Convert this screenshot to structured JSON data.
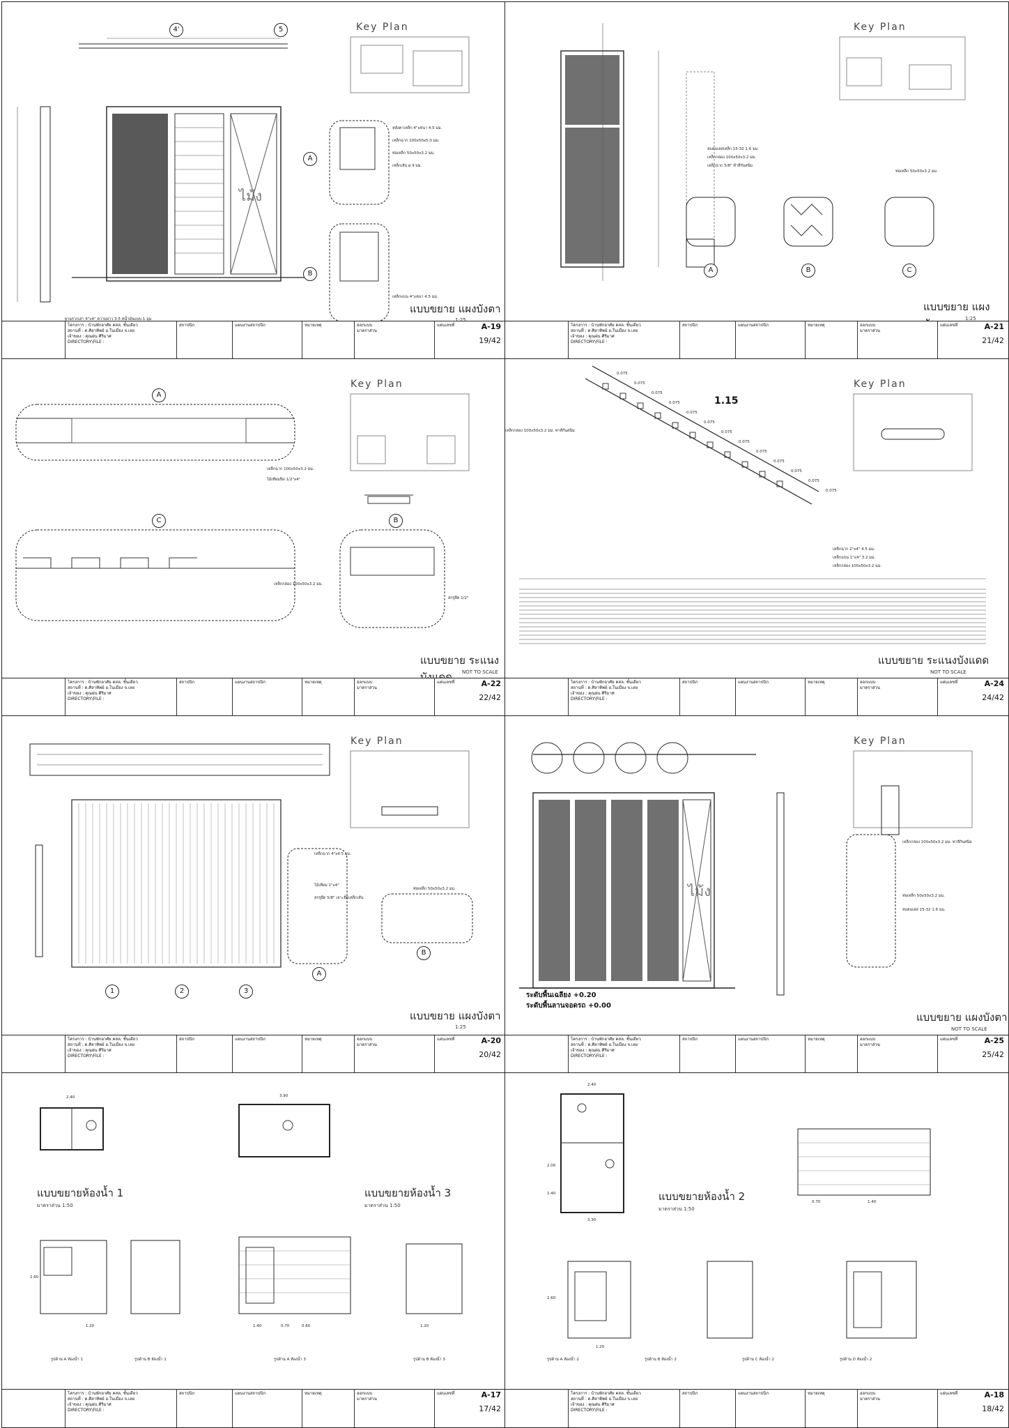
{
  "sheets": [
    {
      "id": "A-19",
      "page": "19/42",
      "title": "แบบขยาย แผงบังตา",
      "scale": "1:25",
      "key_plan": "Key Plan",
      "grid_labels": [
        "4'",
        "5"
      ],
      "details": [
        "A",
        "B"
      ],
      "window_mark": "ไม้ง",
      "callouts": [
        "หลังคาเหล็ก 4\"xหนา 4.5 มม.",
        "เหล็กฉาก 100x50x5.0 มม.",
        "ท่อเหล็ก 50x50x3.2 มม.",
        "เหล็กเส้น ø 9 มม.",
        "เหล็กแบน 4\"xหนา 4.5 มม."
      ],
      "foot_note": "ฐานรากเสา 4\"x4\" ความยาว 3-5 ทน้ำมันแบบ 1 มุม"
    },
    {
      "id": "A-21",
      "page": "21/42",
      "title": "แบบขยาย แผงบังตา",
      "scale": "1:25",
      "key_plan": "Key Plan",
      "details": [
        "A",
        "B",
        "C"
      ],
      "callouts": [
        "สแตนเลสเหล็ก 15-32 1.6 มม.",
        "เหล็กกล่อง 100x50x3.2 มม.",
        "เหล็กฉาก 5/8\" ทำสีกันสนิม",
        "ท่อเหล็ก 50x50x3.2 มม."
      ]
    },
    {
      "id": "A-22",
      "page": "22/42",
      "title": "แบบขยาย ระแนงบังแดด",
      "scale": "NOT TO SCALE",
      "key_plan": "Key Plan",
      "details": [
        "A",
        "C",
        "B"
      ],
      "callouts": [
        "เหล็กฉาก 100x50x3.2 มม.",
        "ไม้เทียมปิด 1/2\"x4\"",
        "เหล็กกล่อง 100x50x3.2 มม.",
        "สกรูยึด 1/2\""
      ]
    },
    {
      "id": "A-24",
      "page": "24/42",
      "title": "แบบขยาย ระแนงบังแดด",
      "scale": "NOT TO SCALE",
      "key_plan": "Key Plan",
      "span_label": "1.15",
      "spacing": [
        "0.075",
        "0.075",
        "0.075",
        "0.075",
        "0.075",
        "0.075",
        "0.075",
        "0.075",
        "0.075",
        "0.075",
        "0.075",
        "0.075",
        "0.075"
      ],
      "callouts": [
        "เหล็กกล่อง 100x50x3.2 มม. ทาสีกันสนิม",
        "เหล็กฉาก 2\"x4\" 4.5 มม.",
        "เหล็กแบน 1\"x4\" 3.2 มม.",
        "เหล็กกล่อง 100x50x3.2 มม."
      ]
    },
    {
      "id": "A-20",
      "page": "20/42",
      "title": "แบบขยาย แผงบังตา",
      "scale": "1:25",
      "key_plan": "Key Plan",
      "details": [
        "A",
        "B"
      ],
      "bays": [
        "1",
        "2",
        "3"
      ],
      "callouts": [
        "เหล็กฉาก 4\"x4.5 มม.",
        "ไม้เทียม 1\"x4\"",
        "สกรูยึด 5/8\" เจาะยึดเหล็กเส้น",
        "ท่อเหล็ก 50x50x3.2 มม."
      ]
    },
    {
      "id": "A-25",
      "page": "25/42",
      "title": "แบบขยาย แผงบังตา",
      "scale": "NOT TO SCALE",
      "key_plan": "Key Plan",
      "window_mark": "ไม้ง",
      "levels": [
        "ระดับพื้นเฉลียง +0.20",
        "ระดับพื้นลานจอดรถ +0.00"
      ],
      "callouts": [
        "เหล็กกล่อง 100x50x3.2 มม. ทาสีกันสนิม",
        "ท่อเหล็ก 50x50x3.2 มม.",
        "สแตนเลส 15-32 1.6 มม."
      ]
    },
    {
      "id": "A-17",
      "page": "17/42",
      "plans": [
        "แบบขยายห้องน้ำ 1",
        "แบบขยายห้องน้ำ 3"
      ],
      "scale": "มาตราส่วน 1:50",
      "sections": [
        "รูปด้าน A ห้องน้ำ 1",
        "รูปด้าน B ห้องน้ำ 1",
        "รูปด้าน A ห้องน้ำ 3",
        "รูปด้าน B ห้องน้ำ 3"
      ],
      "dims": [
        "2.40",
        "3.90",
        "1.40",
        "1.20",
        "0.70",
        "0.60",
        "2.60",
        "1.20"
      ]
    },
    {
      "id": "A-18",
      "page": "18/42",
      "plans": [
        "แบบขยายห้องน้ำ 2"
      ],
      "scale": "มาตราส่วน 1:50",
      "sections": [
        "รูปด้าน A ห้องน้ำ 2",
        "รูปด้าน B ห้องน้ำ 2",
        "รูปด้าน C ห้องน้ำ 2",
        "รูปด้าน D ห้องน้ำ 2"
      ],
      "dims": [
        "2.40",
        "3.30",
        "2.00",
        "1.40",
        "1.20",
        "0.70",
        "1.40",
        "2.60"
      ]
    }
  ],
  "title_block": {
    "project_label": "โครงการ : บ้านพักอาศัย คสล. ชั้นเดียว",
    "location_label": "สถานที่ : ต.ศิลาทิพย์ อ.ในเมือง จ.เลย",
    "owner_label": "เจ้าของ : คุณฝน ศิริมาศ",
    "file_label": "DIRECTORY\\FILE :",
    "architect_label": "สถาปนิก",
    "design_label": "ออกแบบ",
    "drawing_label": "แผนงานสถาปนิก",
    "sheet_label": "แผ่นเลขที่",
    "revision_label": "หมายเหตุ",
    "scale_note": "มาตราส่วน"
  }
}
